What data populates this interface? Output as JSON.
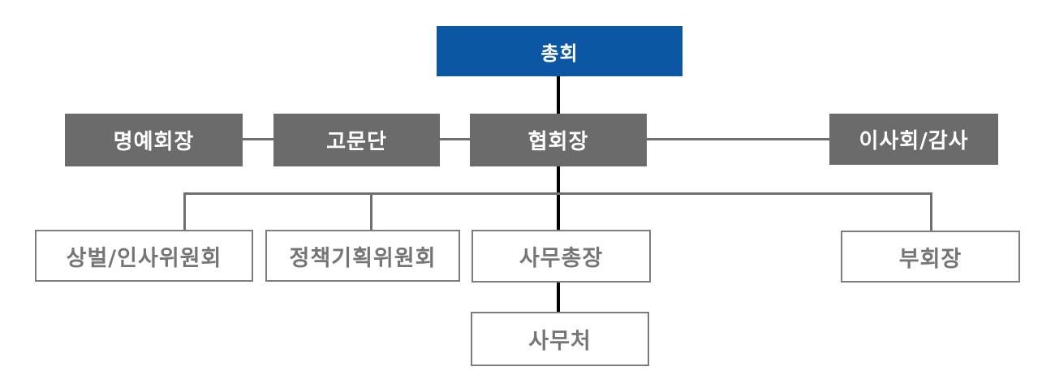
{
  "diagram": {
    "type": "org-chart",
    "background": "#ffffff"
  },
  "nodes": {
    "assembly": {
      "label": "총회",
      "level": 1,
      "style": "blue-filled"
    },
    "honorary_chairman": {
      "label": "명예회장",
      "level": 2,
      "style": "gray-filled"
    },
    "advisory_board": {
      "label": "고문단",
      "level": 2,
      "style": "gray-filled"
    },
    "president": {
      "label": "협회장",
      "level": 2,
      "style": "gray-filled"
    },
    "board_audit": {
      "label": "이사회/감사",
      "level": 2,
      "style": "gray-filled"
    },
    "rewards_personnel": {
      "label": "상벌/인사위원회",
      "level": 3,
      "style": "outlined"
    },
    "policy_planning": {
      "label": "정책기획위원회",
      "level": 3,
      "style": "outlined"
    },
    "secretary_general": {
      "label": "사무총장",
      "level": 3,
      "style": "outlined"
    },
    "vice_president": {
      "label": "부회장",
      "level": 3,
      "style": "outlined"
    },
    "secretariat": {
      "label": "사무처",
      "level": 4,
      "style": "outlined"
    }
  },
  "edges": [
    {
      "from": "assembly",
      "to": "president",
      "style": "black-thick"
    },
    {
      "from": "honorary_chairman",
      "to": "advisory_board",
      "style": "gray-thin"
    },
    {
      "from": "advisory_board",
      "to": "president",
      "style": "gray-thin"
    },
    {
      "from": "president",
      "to": "board_audit",
      "style": "gray-thin"
    },
    {
      "from": "president",
      "to": "rewards_personnel",
      "style": "gray-thin"
    },
    {
      "from": "president",
      "to": "policy_planning",
      "style": "gray-thin"
    },
    {
      "from": "president",
      "to": "secretary_general",
      "style": "black-thick"
    },
    {
      "from": "president",
      "to": "vice_president",
      "style": "gray-thin"
    },
    {
      "from": "secretary_general",
      "to": "secretariat",
      "style": "black-thick"
    }
  ],
  "colors": {
    "primary_blue": "#0b57a4",
    "box_gray": "#6b6b6b",
    "outline_gray": "#7d7d7d",
    "outline_text_gray": "#757575",
    "connector_gray": "#6f6f6f",
    "connector_black": "#000000",
    "text_white": "#ffffff"
  }
}
